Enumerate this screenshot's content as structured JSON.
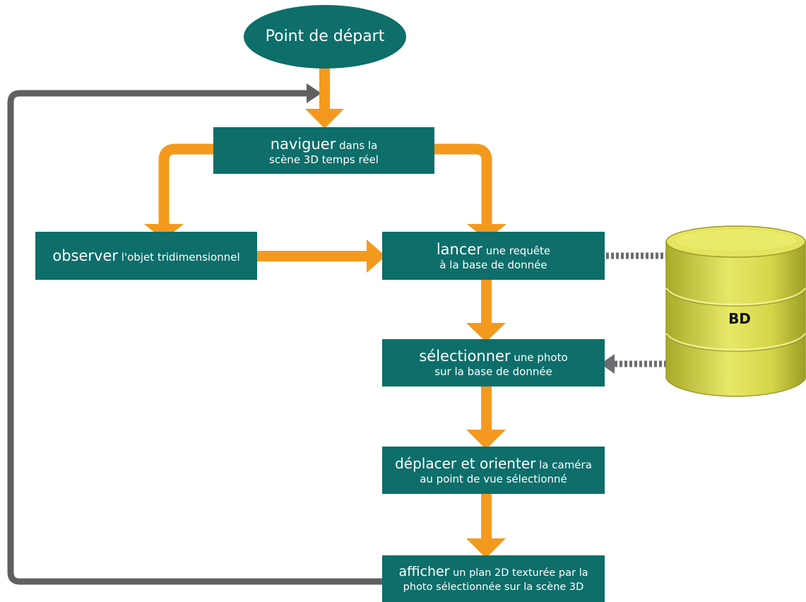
{
  "nodes": {
    "start": {
      "label": "Point de départ"
    },
    "naviguer": {
      "bold": "naviguer",
      "rest": " dans la",
      "line2": "scène 3D temps réel"
    },
    "observer": {
      "bold": "observer",
      "rest": " l'objet tridimensionnel"
    },
    "lancer": {
      "bold": "lancer",
      "rest": " une requête",
      "line2": "à la base de donnée"
    },
    "selectionner": {
      "bold": "sélectionner",
      "rest": " une photo",
      "line2": "sur la base de donnée"
    },
    "deplacer": {
      "bold": "déplacer et orienter",
      "rest": " la caméra",
      "line2": "au point de vue sélectionné"
    },
    "afficher": {
      "bold": "afficher",
      "rest": " un plan 2D texturée par la",
      "line2": "photo sélectionnée sur la scène 3D"
    }
  },
  "database": {
    "label": "BD"
  },
  "colors": {
    "box": "#0d6e6a",
    "arrow": "#f39a1e",
    "loop": "#5f6062",
    "dotted": "#6b6d70",
    "db": "#d9d94a"
  }
}
